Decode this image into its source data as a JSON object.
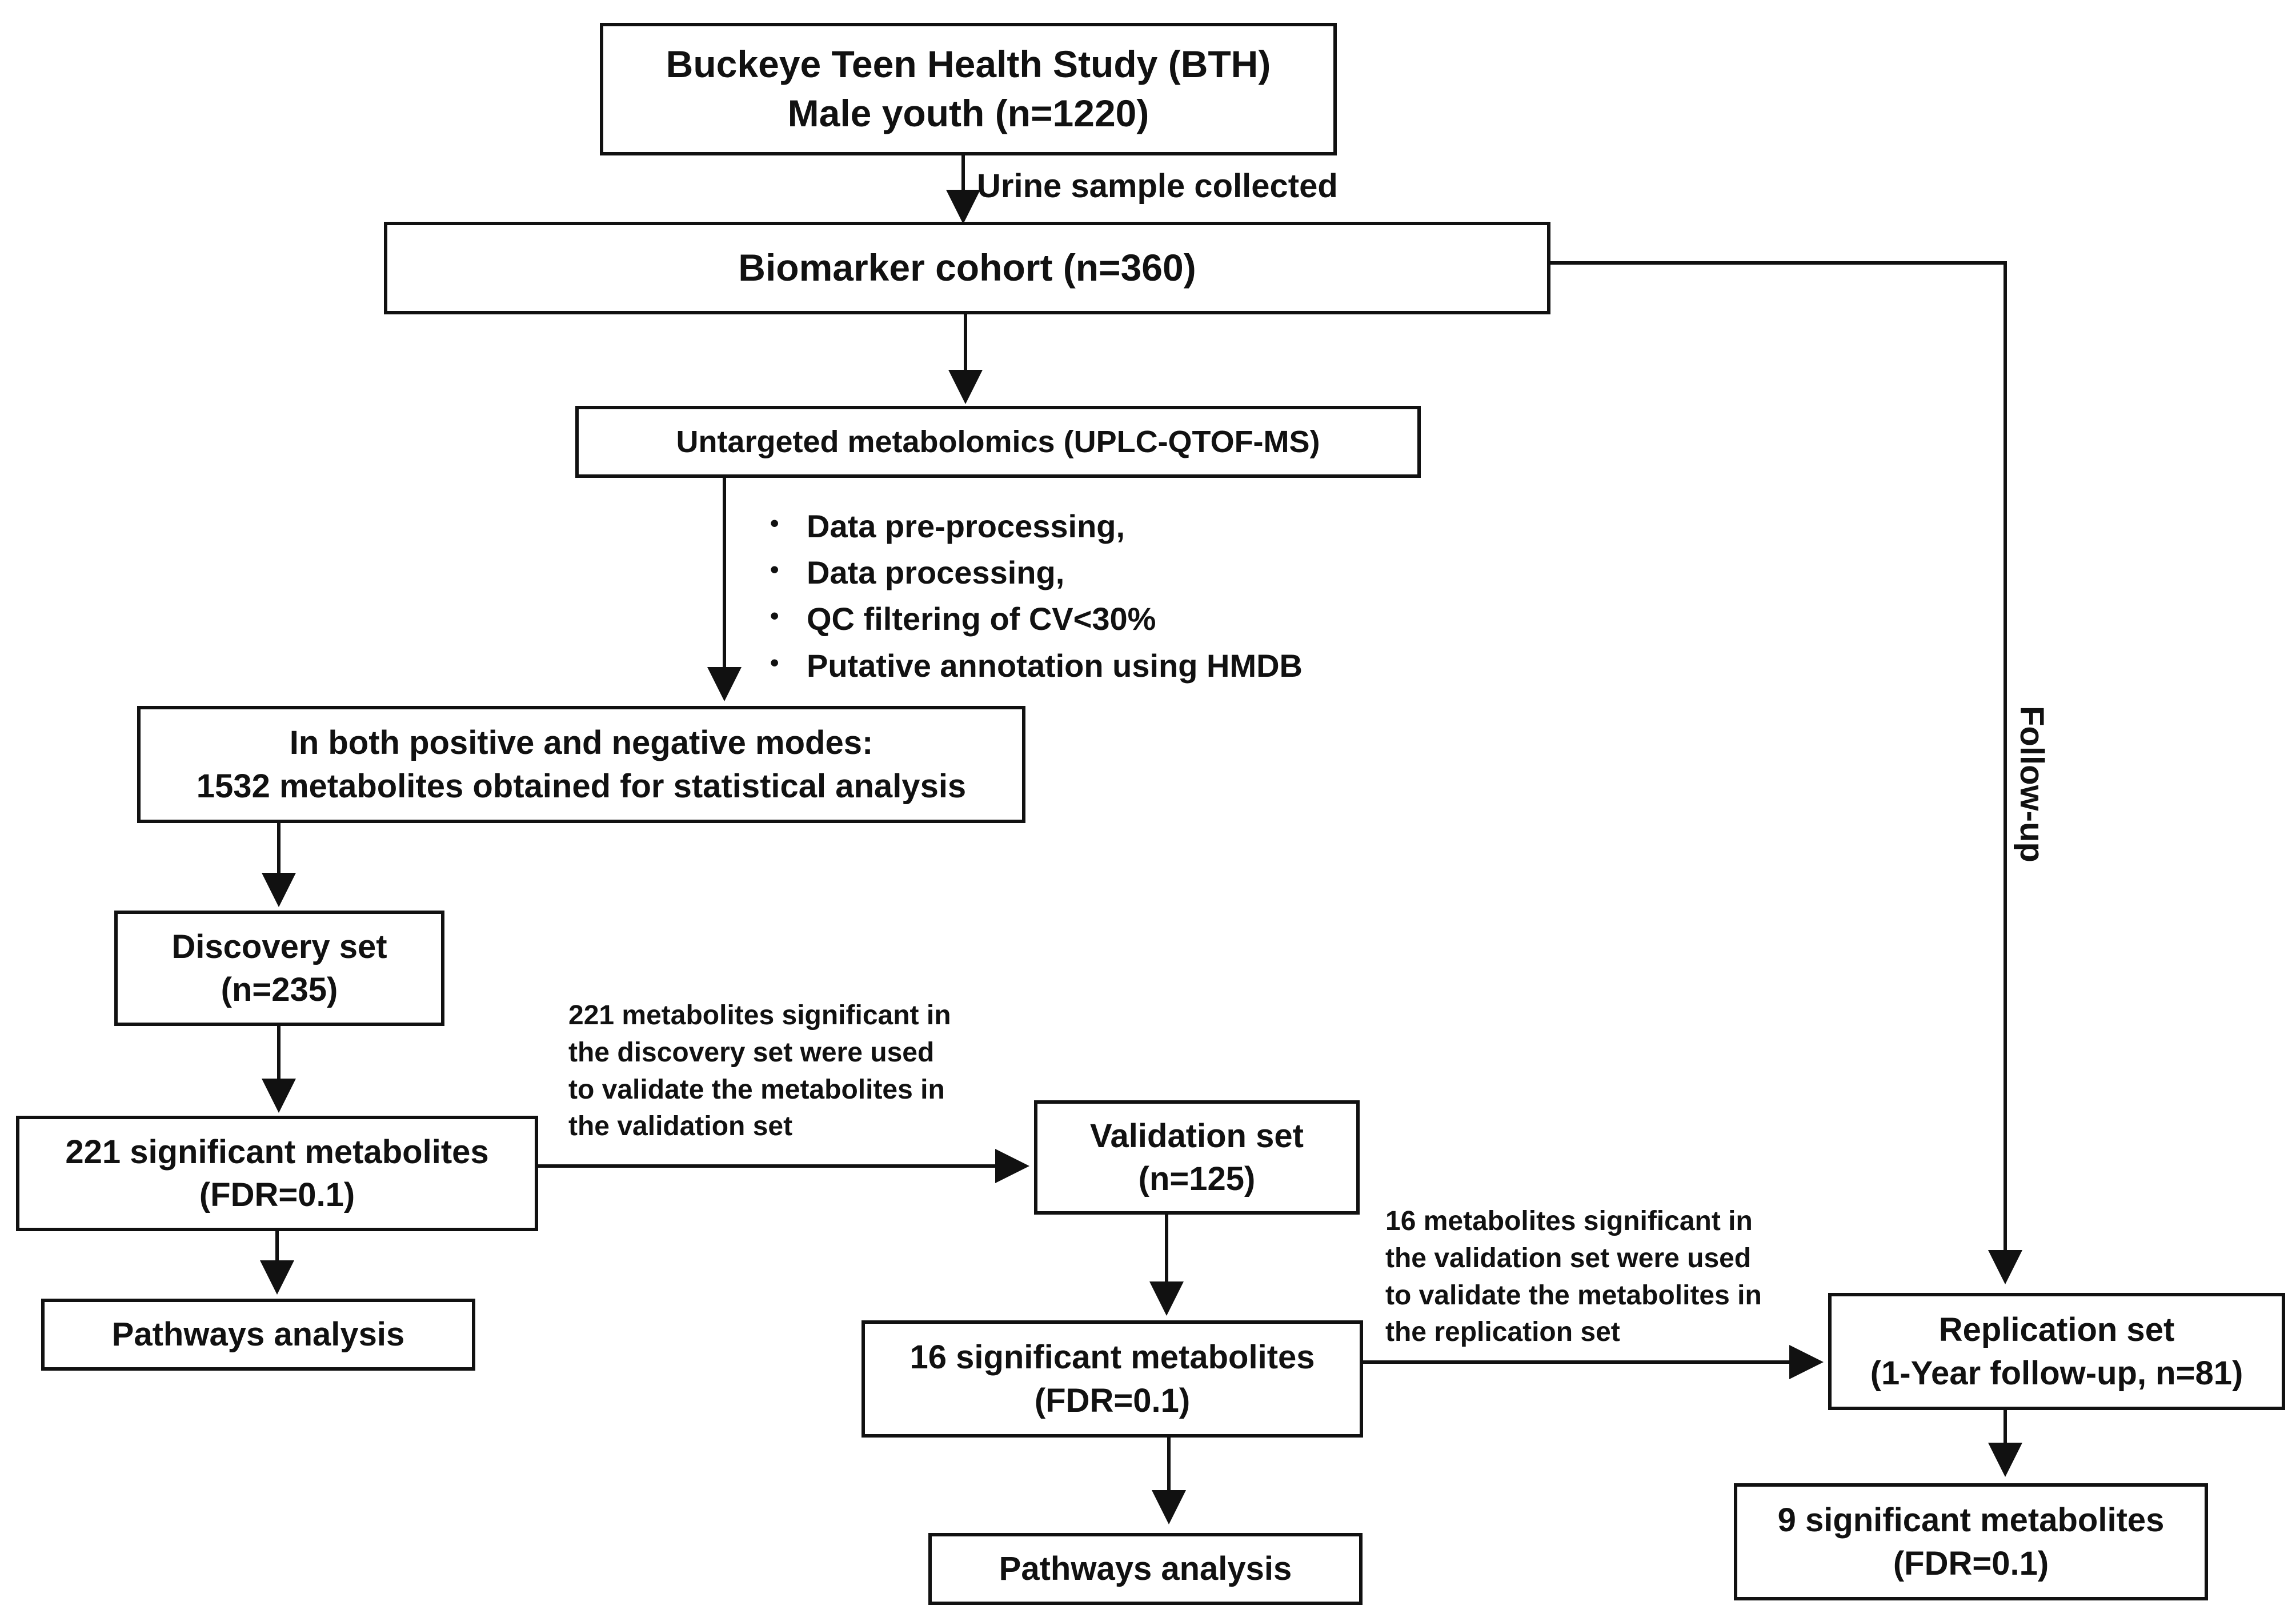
{
  "boxes": {
    "bth": {
      "line1": "Buckeye Teen Health Study (BTH)",
      "line2": "Male youth (n=1220)"
    },
    "biomarker": {
      "line1": "Biomarker cohort (n=360)"
    },
    "untargeted": {
      "line1": "Untargeted metabolomics (UPLC-QTOF-MS)"
    },
    "both_modes": {
      "line1": "In both positive and negative modes:",
      "line2": "1532 metabolites obtained for statistical analysis"
    },
    "discovery": {
      "line1": "Discovery set",
      "line2": "(n=235)"
    },
    "sig221": {
      "line1": "221 significant metabolites",
      "line2": "(FDR=0.1)"
    },
    "pathways1": {
      "line1": "Pathways analysis"
    },
    "validation": {
      "line1": "Validation set",
      "line2": "(n=125)"
    },
    "sig16": {
      "line1": "16 significant metabolites",
      "line2": "(FDR=0.1)"
    },
    "pathways2": {
      "line1": "Pathways analysis"
    },
    "replication": {
      "line1": "Replication set",
      "line2": "(1-Year follow-up, n=81)"
    },
    "sig9": {
      "line1": "9 significant metabolites",
      "line2": "(FDR=0.1)"
    }
  },
  "labels": {
    "urine": "Urine sample collected",
    "follow_up": "Follow-up"
  },
  "processing_steps": [
    "Data pre-processing,",
    "Data processing,",
    "QC filtering of CV<30%",
    "Putative annotation using HMDB"
  ],
  "notes": {
    "discovery_to_validation": [
      "221 metabolites significant in",
      "the discovery set were used",
      "to validate the metabolites in",
      "the validation set"
    ],
    "validation_to_replication": [
      "16 metabolites significant in",
      "the validation set were used",
      "to validate the metabolites in",
      "the replication set"
    ]
  }
}
